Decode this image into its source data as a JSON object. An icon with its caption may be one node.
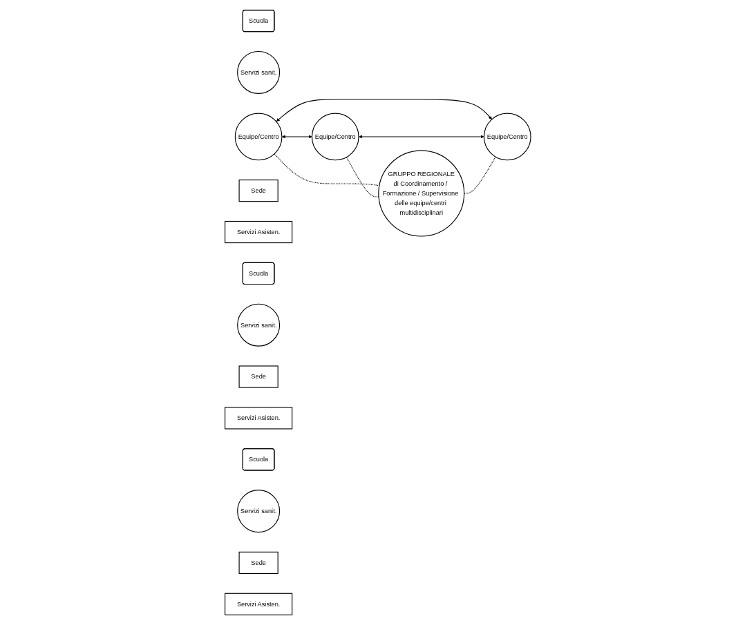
{
  "diagram": {
    "nodes": [
      {
        "text": [
          "Scuola"
        ]
      },
      {
        "text": [
          "Servizi sanit."
        ]
      },
      {
        "text": [
          "Equipe/Centro"
        ]
      },
      {
        "text": [
          "Sede"
        ]
      },
      {
        "text": [
          "Servizi Asisten."
        ]
      },
      {
        "text": [
          "Scuola"
        ]
      },
      {
        "text": [
          "Servizi sanit."
        ]
      },
      {
        "text": [
          "Equipe/Centro"
        ]
      },
      {
        "text": [
          "Sede"
        ]
      },
      {
        "text": [
          "Servizi Asisten."
        ]
      },
      {
        "text": [
          "Scuola"
        ]
      },
      {
        "text": [
          "Servizi sanit."
        ]
      },
      {
        "text": [
          "Equipe/Centro"
        ]
      },
      {
        "text": [
          "Sede"
        ]
      },
      {
        "text": [
          "Servizi Asisten."
        ]
      },
      {
        "text": [
          "GRUPPO REGIONALE",
          "di Coordinamento / Formazione / Supervisione delle equipe/centri multidisciplinari"
        ]
      }
    ],
    "edges": [
      {
        "from": 2,
        "to": 7,
        "arrow": "both"
      },
      {
        "from": 2,
        "to": 12,
        "arrow": "both"
      },
      {
        "from": 7,
        "to": 12,
        "arrow": "both"
      },
      {
        "from": 2,
        "to": 15,
        "arrow": "none",
        "style": "dashed"
      },
      {
        "from": 7,
        "to": 15,
        "arrow": "none",
        "style": "dashed"
      },
      {
        "from": 15,
        "to": 12,
        "arrow": "none",
        "style": "dashed"
      }
    ]
  }
}
